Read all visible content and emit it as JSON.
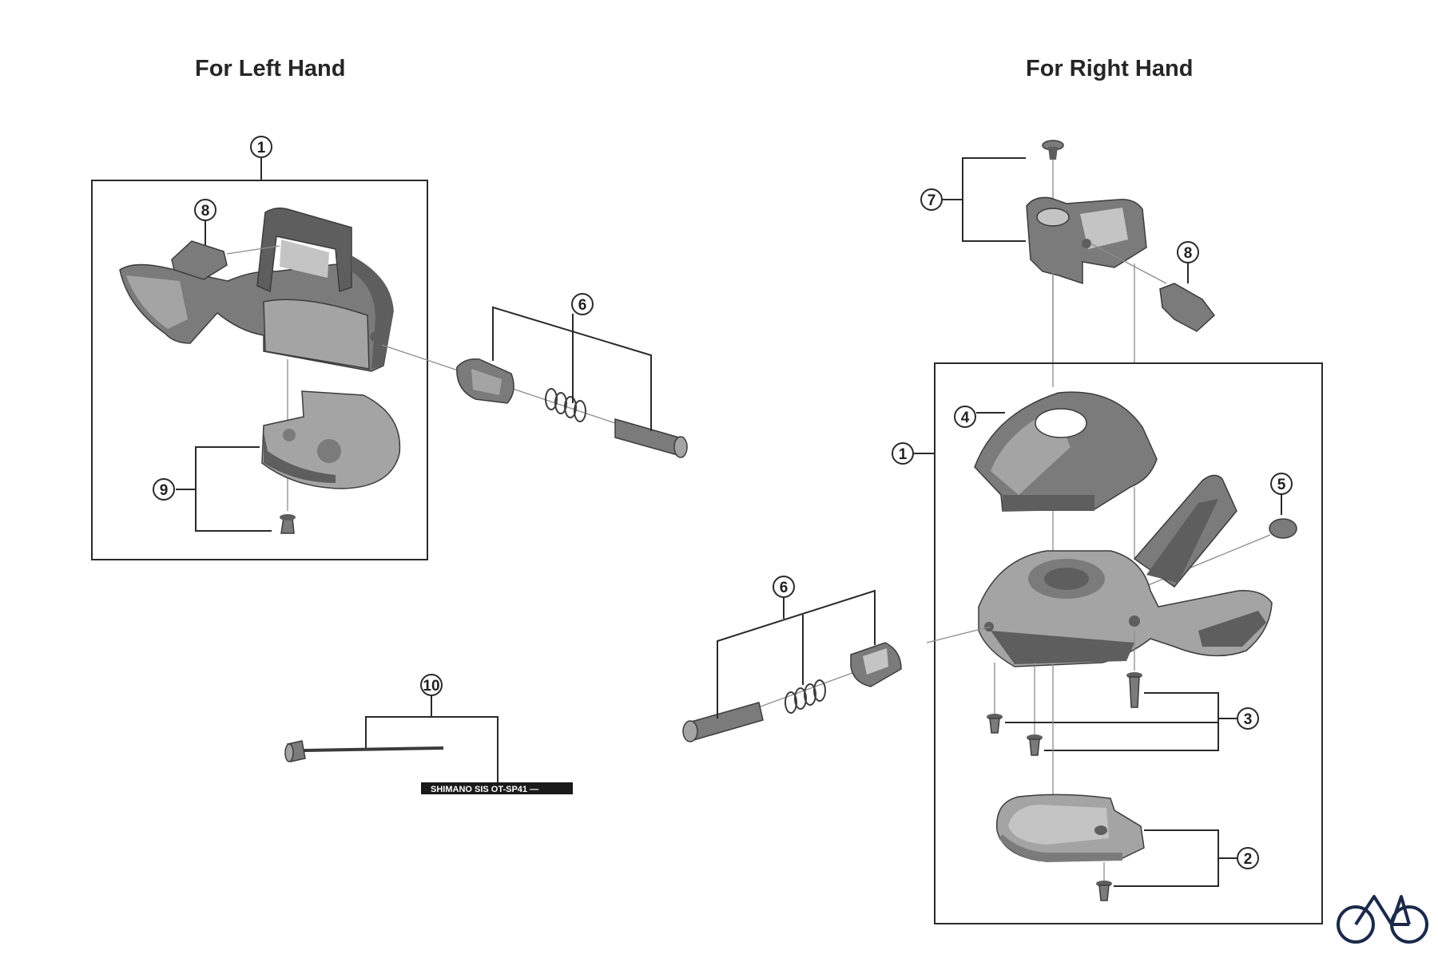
{
  "headings": {
    "left": "For Left Hand",
    "right": "For Right Hand"
  },
  "callouts": {
    "left_1": "1",
    "left_8": "8",
    "left_9": "9",
    "left_6": "6",
    "left_10": "10",
    "right_7": "7",
    "right_8": "8",
    "right_1": "1",
    "right_4": "4",
    "right_5": "5",
    "right_6": "6",
    "right_3": "3",
    "right_2": "2"
  },
  "cable_label": "SHIMANO SIS OT-SP41 —",
  "logo": {
    "icon": "bicycle-icon"
  },
  "colors": {
    "line": "#2a2a2a",
    "part_dark": "#5e5e5e",
    "part_mid": "#7b7b7b",
    "part_light": "#a4a4a4"
  }
}
